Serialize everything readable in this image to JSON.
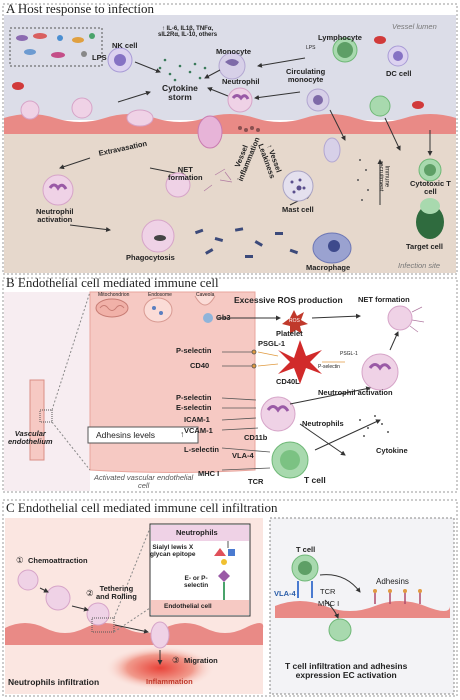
{
  "panelA": {
    "title": "A Host response to infection",
    "vessel_lumen": "Vessel lumen",
    "infection_site": "Infection site",
    "nk_cell": "NK cell",
    "lps": "LPS",
    "lps_small": "LPS",
    "cytokines": "↑ IL-6, IL1β, TNFα,\nsIL2Rα, IL-10, others",
    "monocyte": "Monocyte",
    "lymphocyte": "Lymphocyte",
    "dc_cell": "DC cell",
    "neutrophil": "Neutrophil",
    "circulating_monocyte": "Circulating\nmonocyte",
    "cytokine_storm": "Cytokine\nstorm",
    "extravasation": "Extravasation",
    "net_formation": "NET\nformation",
    "vessel_inflammation": "Vessel\ninflammation",
    "vessel_leakiness": "↑ Vessel\nLeakiness",
    "immune_recruitment": "Immune\nrecruitment",
    "cytotoxic_t": "Cytotoxic T\ncell",
    "neutrophil_activation": "Neutrophil\nactivation",
    "mast_cell": "Mast cell",
    "phagocytosis": "Phagocytosis",
    "macrophage": "Macrophage",
    "target_cell": "Target cell"
  },
  "panelB": {
    "title": "B Endothelial cell mediated immune cell",
    "mitochondrion": "Mitochondrion",
    "endosome": "Endosome",
    "caveola": "Caveola",
    "gb3": "Gb3",
    "excessive_ros": "Excessive ROS production",
    "ros": "ROS",
    "platelet": "Platelet",
    "net_formation": "NET formation",
    "p_selectin_1": "P-selectin",
    "psgl1_left": "PSGL-1",
    "psgl1_right": "PSGL-1",
    "p_selectin_small": "P-selectin",
    "cd40": "CD40",
    "cd40l": "CD40L",
    "neutrophil_activation": "Neutrophil activation",
    "p_selectin_2": "P-selectin",
    "e_selectin": "E-selectin",
    "icam1": "ICAM-1",
    "vcam1": "VCAM-1",
    "neutrophils": "Neutrophils",
    "cd11b": "CD11b",
    "adhesins_levels": "Adhesins levels",
    "up_arrow": "↑",
    "vascular_endothelium": "Vascular\nendothelium",
    "l_selectin": "L-selectin",
    "vla4": "VLA-4",
    "mhc1": "MHC I",
    "tcr": "TCR",
    "t_cell": "T cell",
    "cytokine": "Cytokine",
    "activated_ec": "Activated vascular endothelial\ncell"
  },
  "panelC": {
    "title": "C Endothelial cell mediated immune cell infiltration",
    "step1": "①",
    "chemoattraction": "Chemoattraction",
    "step2": "②",
    "tethering": "Tethering\nand Rolling",
    "step3": "③",
    "migration": "Migration",
    "inflammation": "Inflammation",
    "neutrophils_box": "Neutrophils",
    "sialyl": "Sialyl lewis X\nglycan epitope",
    "e_or_p": "E- or P-\nselectin",
    "endothelial_cell": "Endothelial cell",
    "neutrophils_infiltration": "Neutrophils infiltration",
    "t_cell": "T cell",
    "vla4": "VLA-4",
    "tcr": "TCR",
    "mhc1": "MHC I",
    "adhesins": "Adhesins",
    "t_cell_infiltration": "T cell infiltration and adhesins\nexpression EC activation"
  },
  "colors": {
    "vessel_lumen_bg": "#dcdde8",
    "infection_bg": "#e6d8cc",
    "vessel_wall": "#e98a86",
    "cell_pink": "#e7b4d8",
    "nucleus_purple": "#9a5aa6",
    "t_cell_green": "#86c98a",
    "arrow": "#333333"
  }
}
